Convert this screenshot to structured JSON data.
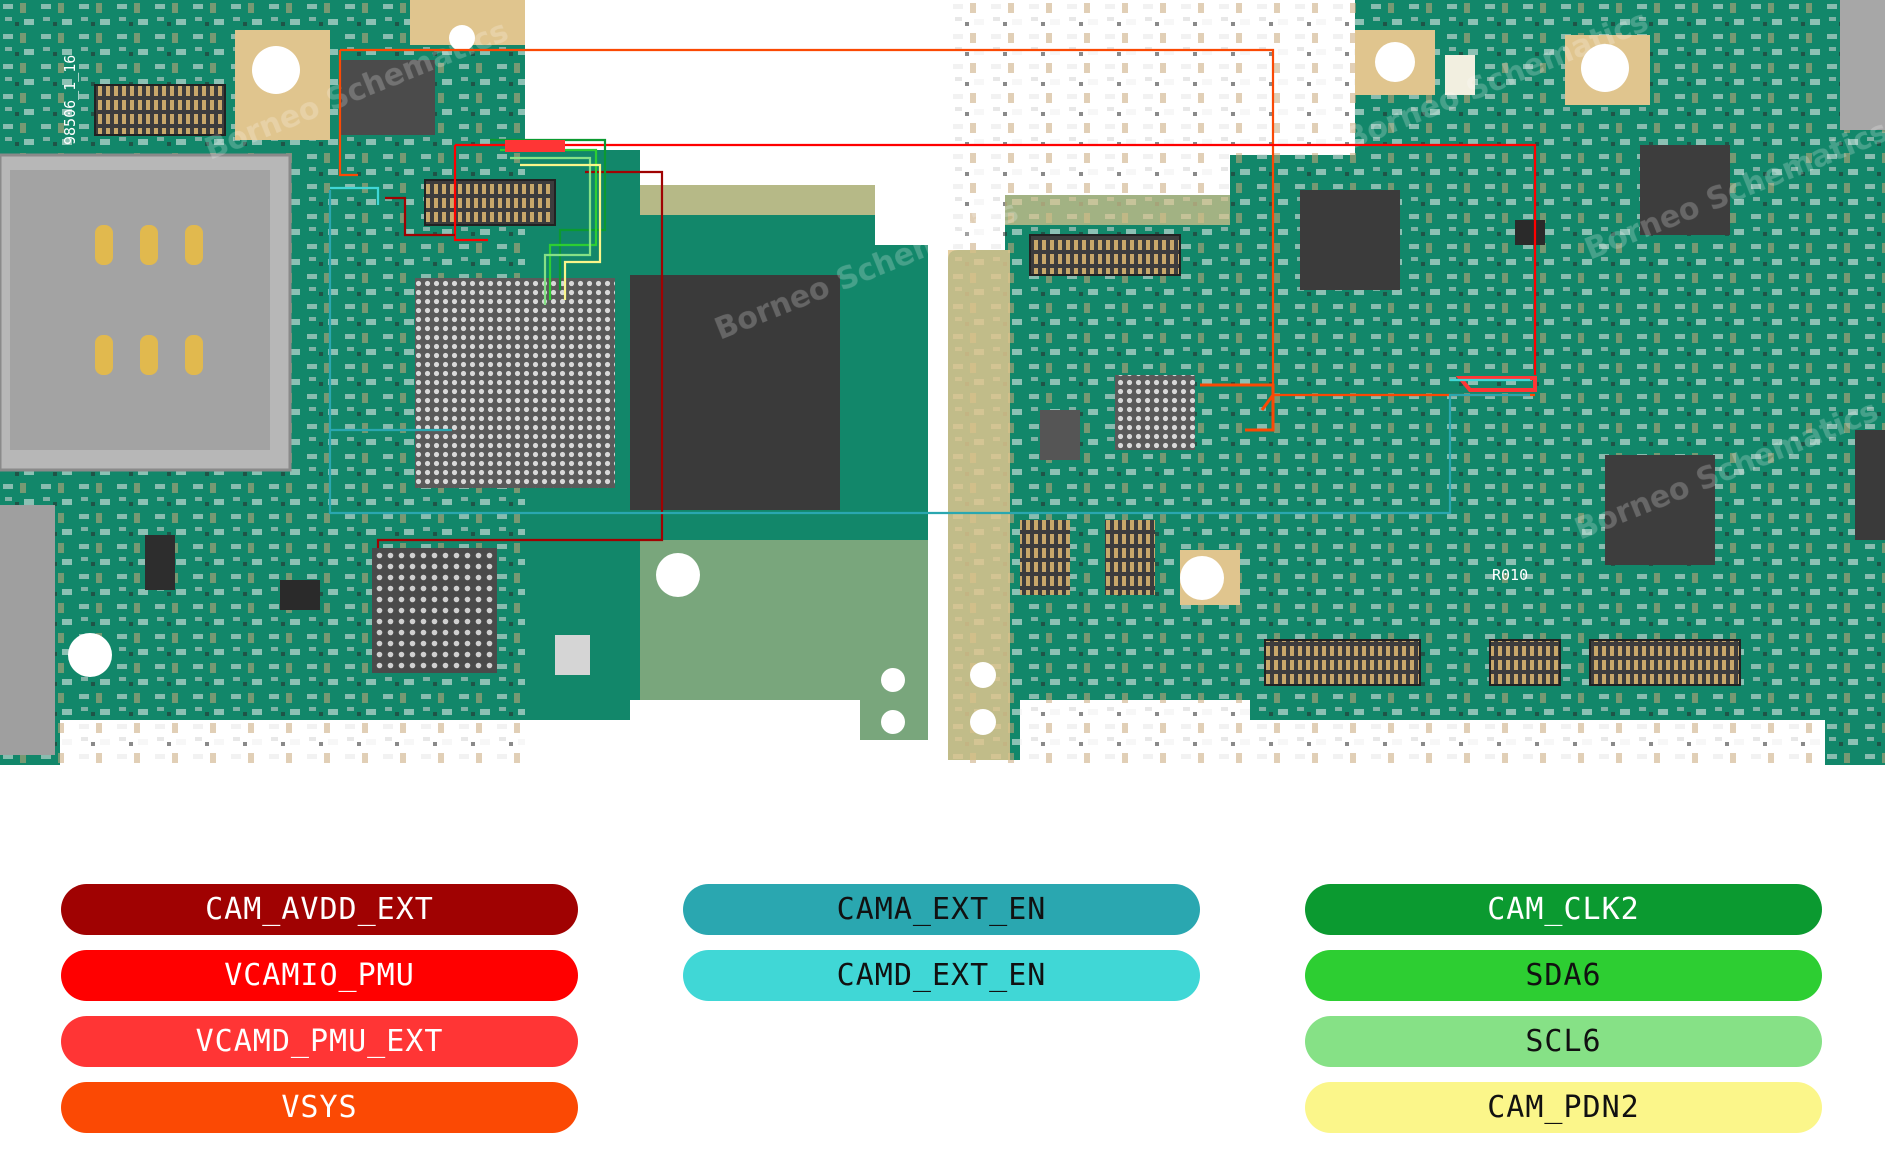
{
  "board": {
    "watermark": "Borneo Schematics",
    "silk_labels": [
      "98506_1_16",
      "R010"
    ],
    "colors": {
      "pcb": "#12876a",
      "pcb_dark": "#0d6e55",
      "pad": "#e0c58e",
      "chip": "#3c3c3c"
    }
  },
  "legend": {
    "items": [
      {
        "label": "CAM_AVDD_EXT",
        "color": "#a00202",
        "text": "#ffffff"
      },
      {
        "label": "VCAMIO_PMU",
        "color": "#ff0000",
        "text": "#ffffff"
      },
      {
        "label": "VCAMD_PMU_EXT",
        "color": "#ff3535",
        "text": "#ffffff"
      },
      {
        "label": "VSYS",
        "color": "#fb4904",
        "text": "#ffffff"
      },
      {
        "label": "CAMA_EXT_EN",
        "color": "#2aa7b0",
        "text": "#111111"
      },
      {
        "label": "CAMD_EXT_EN",
        "color": "#40d7d6",
        "text": "#111111"
      },
      {
        "label": "CAM_CLK2",
        "color": "#0b9a30",
        "text": "#ffffff"
      },
      {
        "label": "SDA6",
        "color": "#2dce32",
        "text": "#111111"
      },
      {
        "label": "SCL6",
        "color": "#86e186",
        "text": "#111111"
      },
      {
        "label": "CAM_PDN2",
        "color": "#fbf68a",
        "text": "#111111"
      }
    ]
  }
}
